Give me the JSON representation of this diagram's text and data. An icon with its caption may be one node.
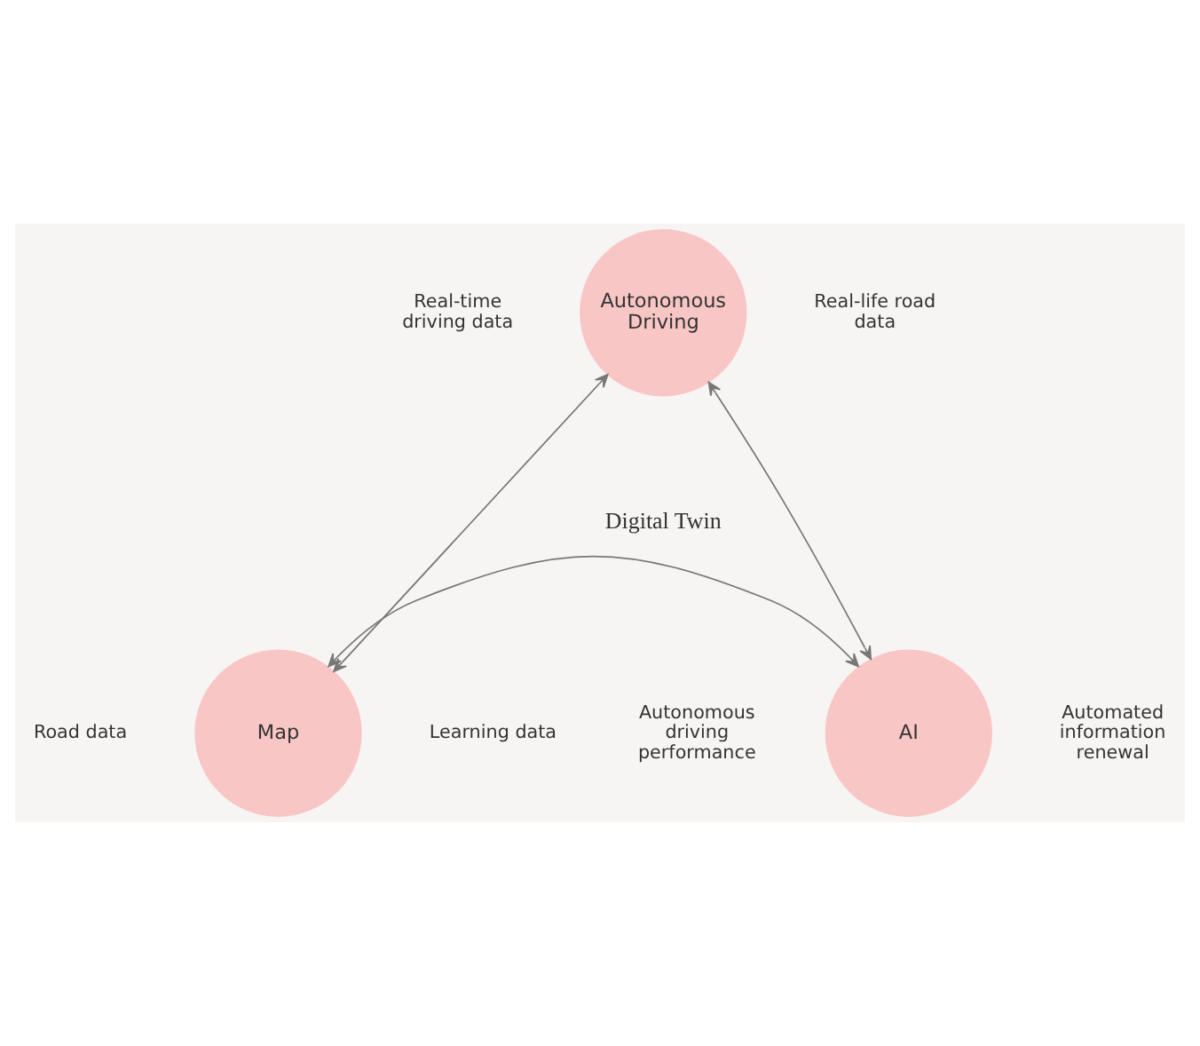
{
  "diagram": {
    "nodes": [
      {
        "text": [
          "Autonomous Driving"
        ],
        "beside": [
          "Real-time driving data",
          "Real-life road data"
        ]
      },
      {
        "text": [
          "Map"
        ],
        "beside": [
          "Road data",
          "Learning data"
        ]
      },
      {
        "text": [
          "AI"
        ],
        "beside": [
          "Autonomous driving performance",
          "Automated information renewal"
        ]
      }
    ],
    "edges": [
      {
        "from": 0,
        "to": 1,
        "arrow": "both"
      },
      {
        "from": 0,
        "to": 2,
        "arrow": "both"
      },
      {
        "from": 1,
        "to": 2,
        "arrow": "both"
      }
    ],
    "labels": [
      "Digital Twin"
    ]
  }
}
